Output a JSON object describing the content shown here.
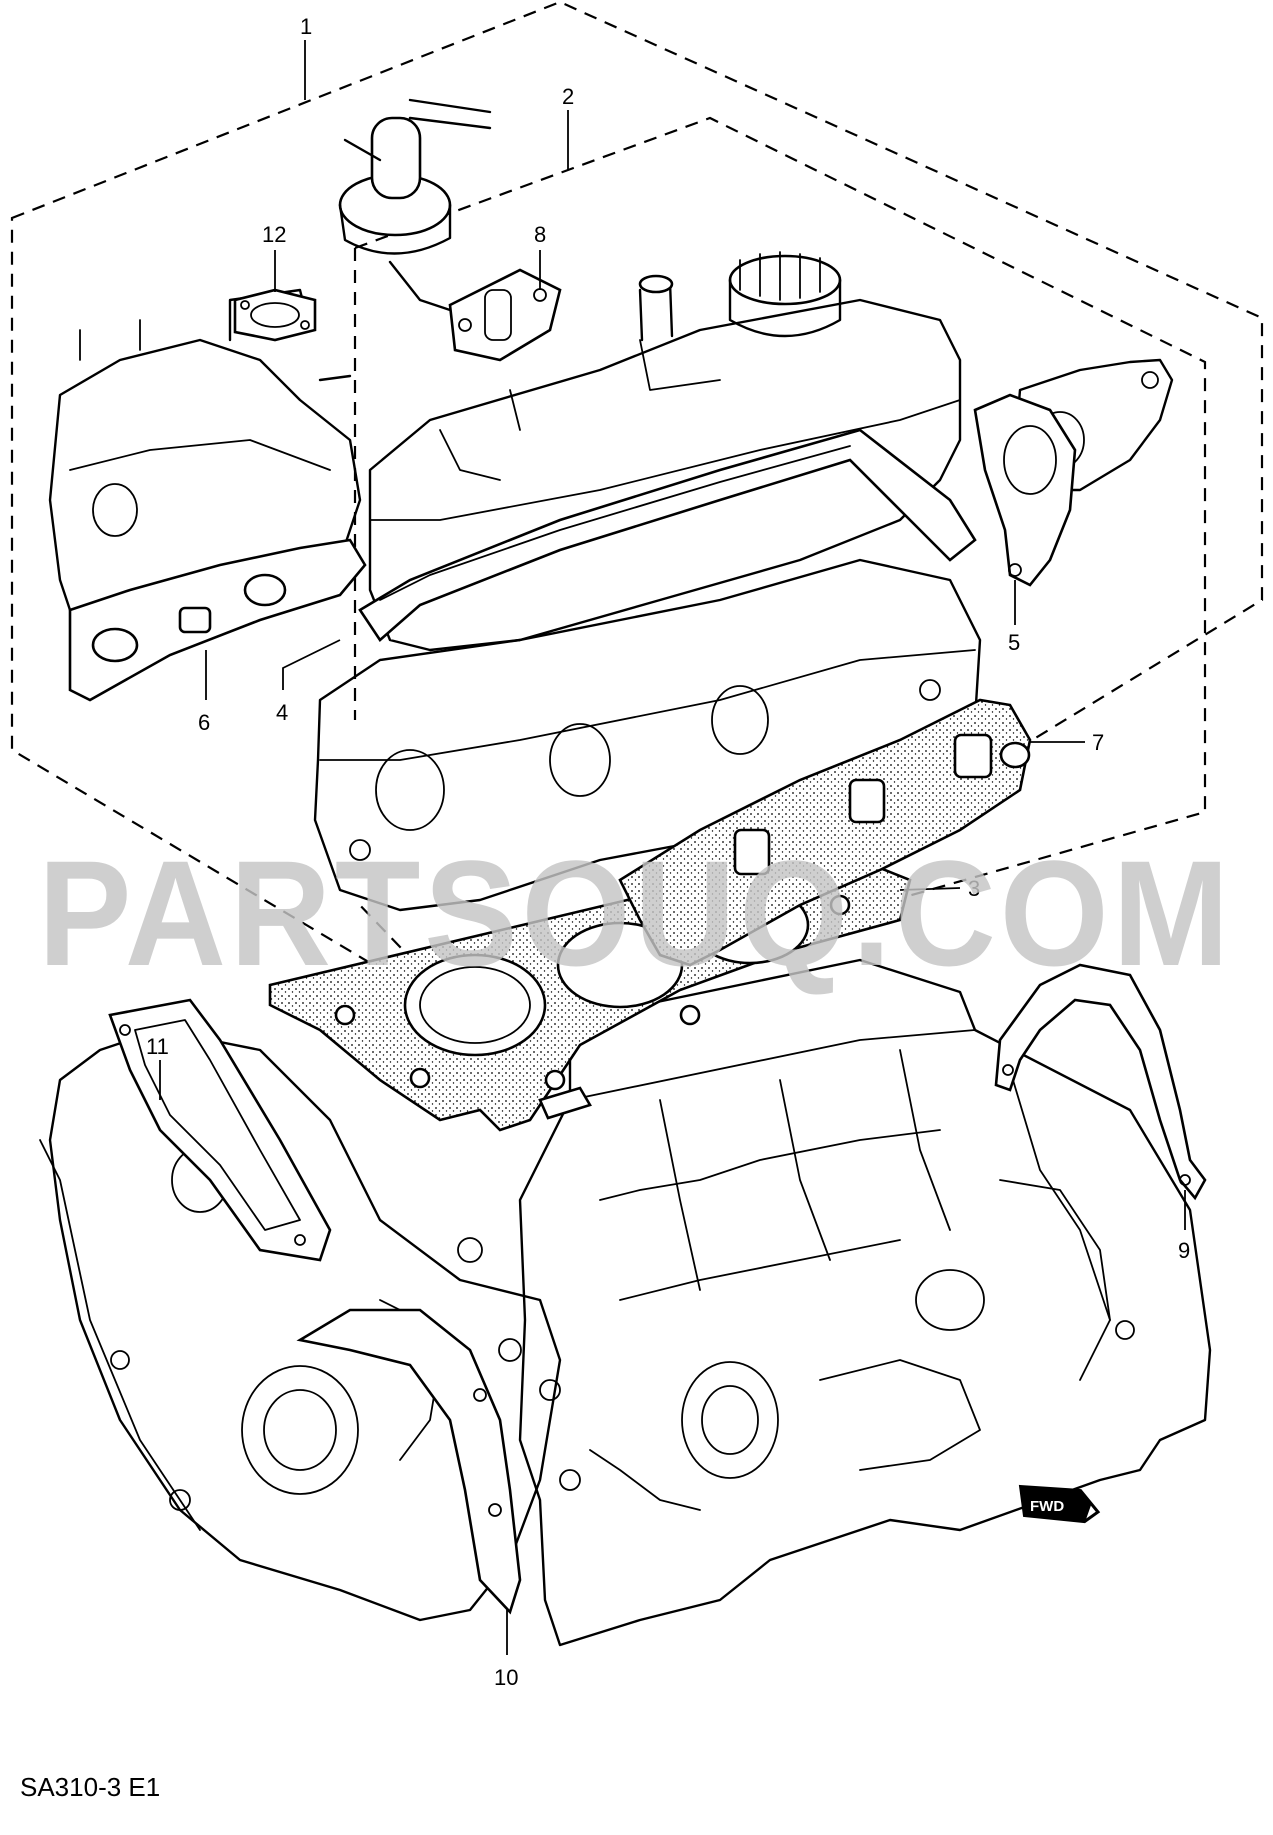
{
  "diagram": {
    "callouts": [
      {
        "label": "1"
      },
      {
        "label": "2"
      },
      {
        "label": "3"
      },
      {
        "label": "4"
      },
      {
        "label": "5"
      },
      {
        "label": "6"
      },
      {
        "label": "7"
      },
      {
        "label": "8"
      },
      {
        "label": "9"
      },
      {
        "label": "10"
      },
      {
        "label": "11"
      },
      {
        "label": "12"
      }
    ],
    "watermark": "PARTSOUQ.COM",
    "drawing_code": "SA310-3 E1",
    "fwd_label": "FWD",
    "colors": {
      "ink": "#000000",
      "paper": "#ffffff",
      "watermark": "#c4c4c4"
    }
  }
}
